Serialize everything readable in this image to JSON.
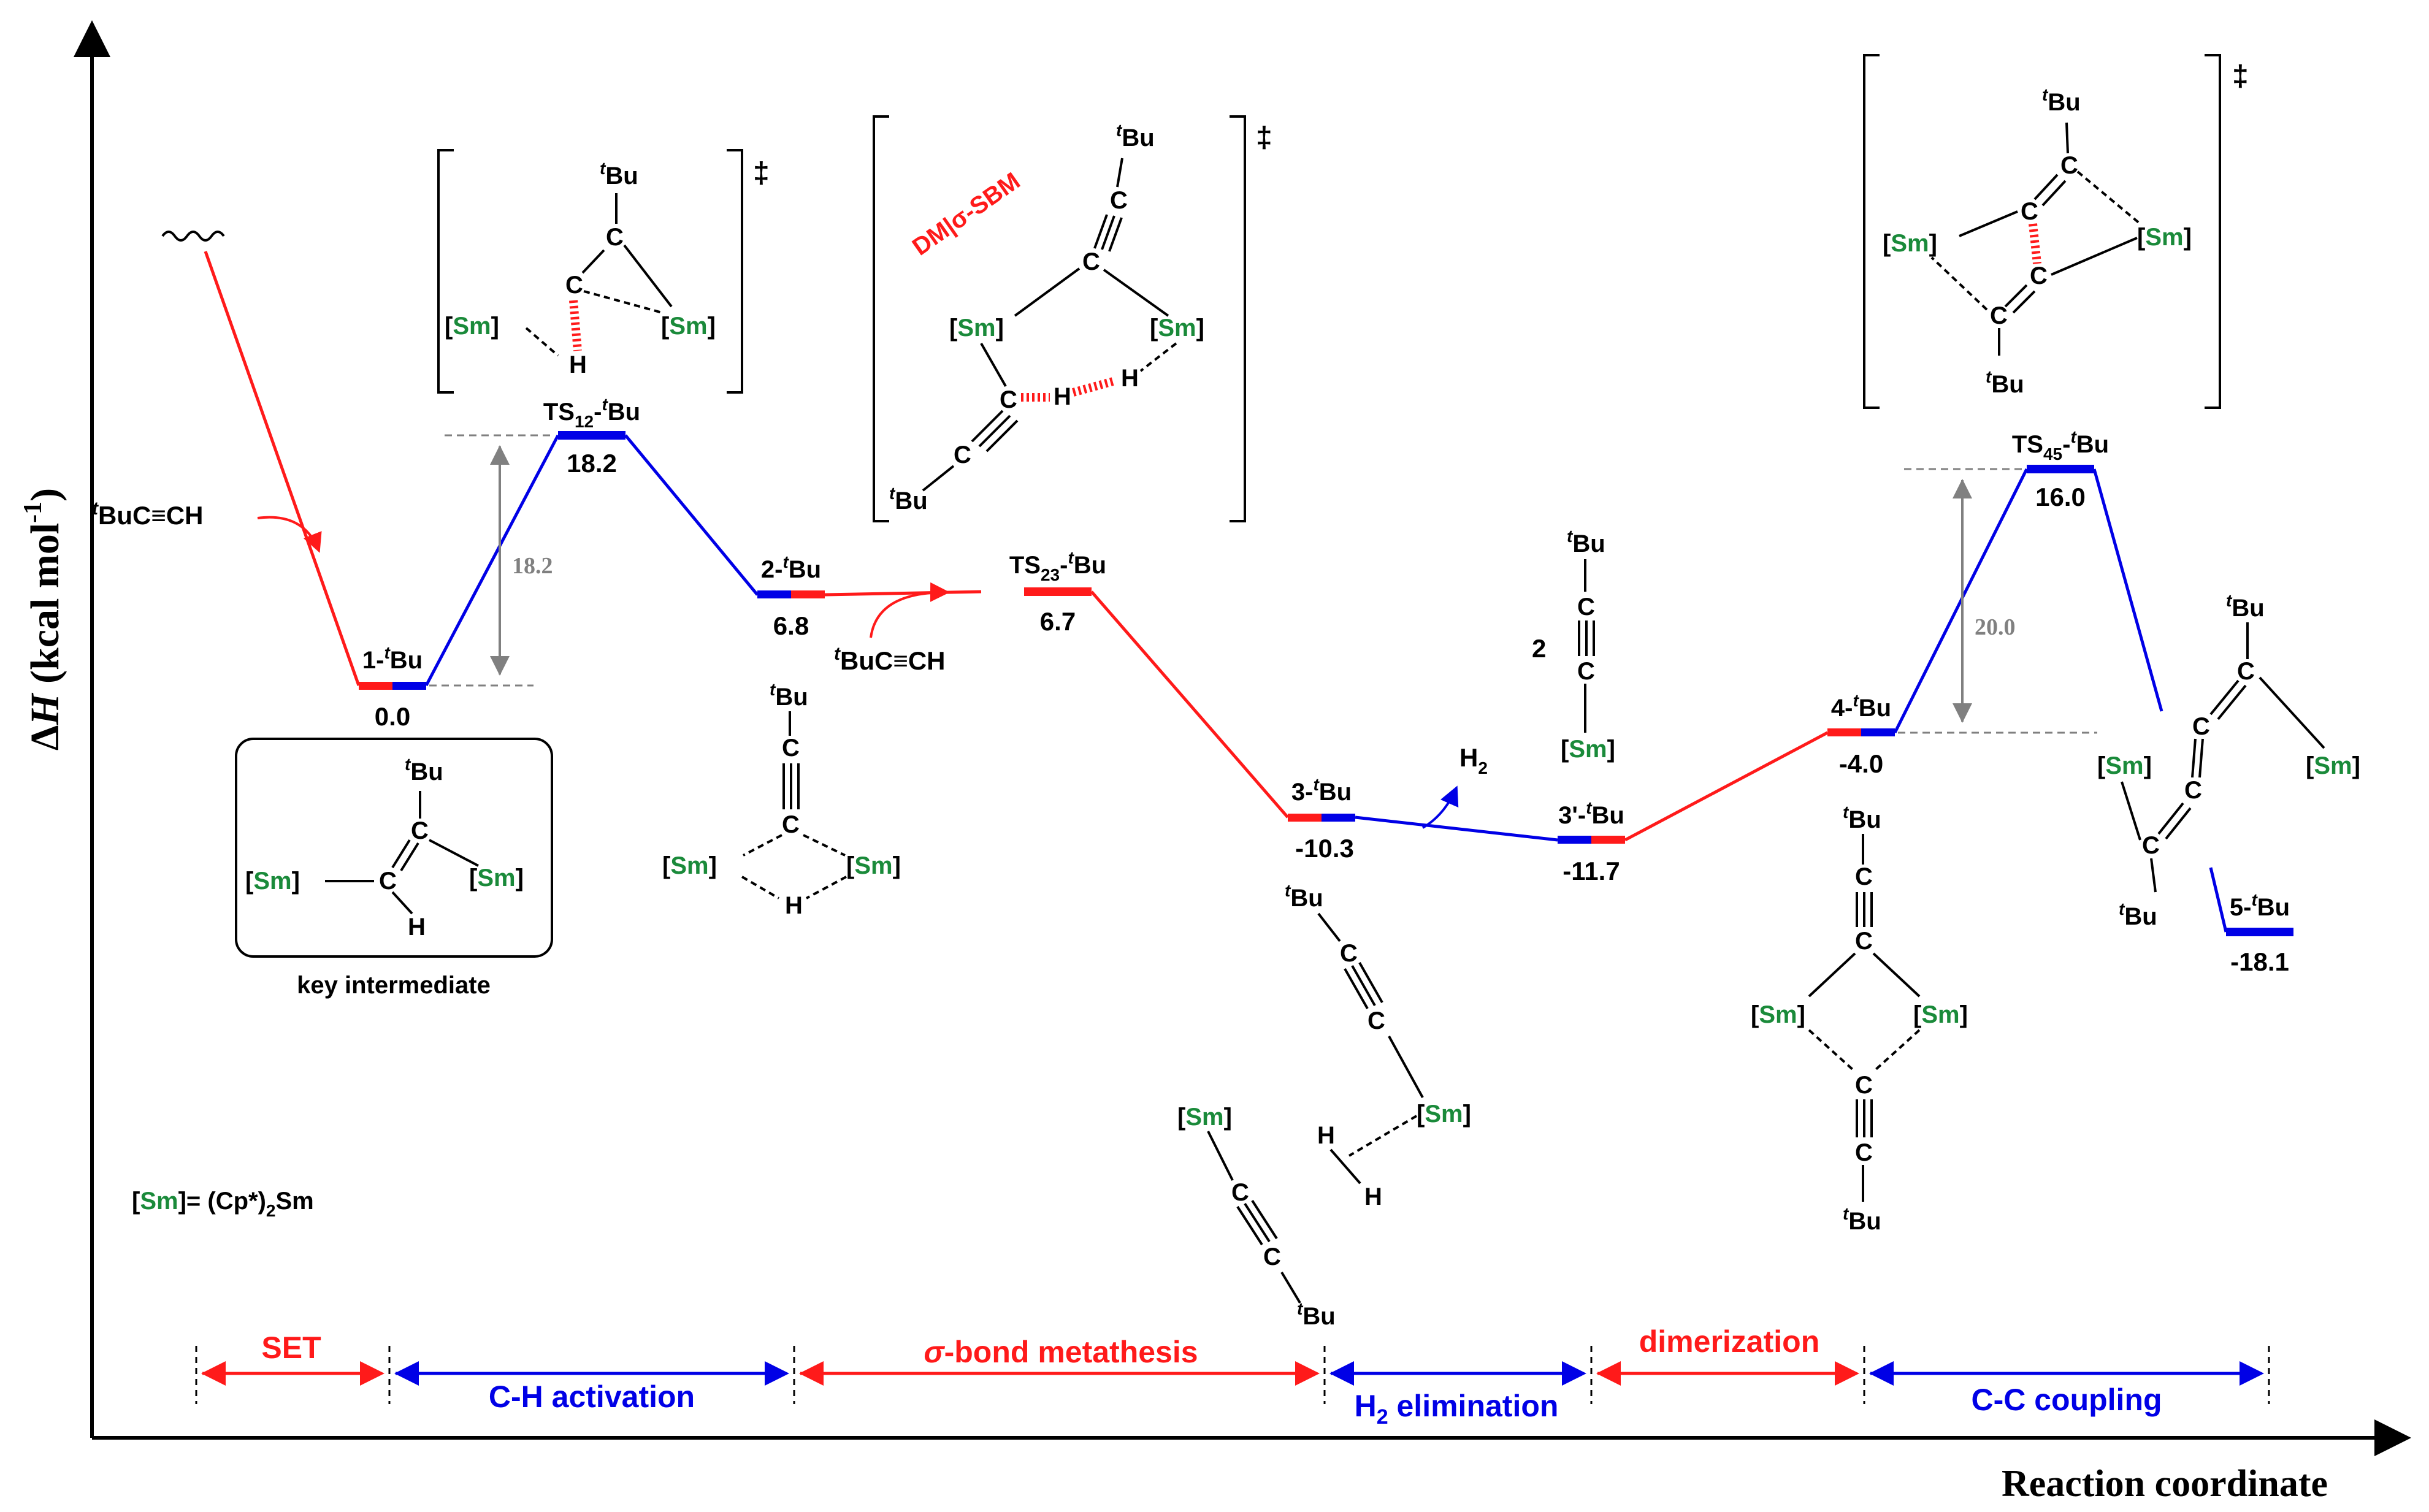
{
  "axes": {
    "y_label_delta": "Δ",
    "y_label_h": "H",
    "y_label_units": " (kcal mol",
    "y_label_sup": "-1",
    "y_label_close": ")",
    "x_label": "Reaction coordinate"
  },
  "species": {
    "s1": {
      "name": "1-",
      "sup": "t",
      "tail": "Bu",
      "value": "0.0"
    },
    "ts12": {
      "name": "TS",
      "sub": "12",
      "mid": "-",
      "sup": "t",
      "tail": "Bu",
      "value": "18.2"
    },
    "s2": {
      "name": "2-",
      "sup": "t",
      "tail": "Bu",
      "value": "6.8"
    },
    "ts23": {
      "name": "TS",
      "sub": "23",
      "mid": "-",
      "sup": "t",
      "tail": "Bu",
      "value": "6.7"
    },
    "s3": {
      "name": "3-",
      "sup": "t",
      "tail": "Bu",
      "value": "-10.3"
    },
    "s3p": {
      "name": "3'-",
      "sup": "t",
      "tail": "Bu",
      "value": "-11.7"
    },
    "s4": {
      "name": "4-",
      "sup": "t",
      "tail": "Bu",
      "value": "-4.0"
    },
    "ts45": {
      "name": "TS",
      "sub": "45",
      "mid": "-",
      "sup": "t",
      "tail": "Bu",
      "value": "16.0"
    },
    "s5": {
      "name": "5-",
      "sup": "t",
      "tail": "Bu",
      "value": "-18.1"
    }
  },
  "barriers": {
    "b1": "18.2",
    "b2": "20.0"
  },
  "stages": [
    {
      "label": "SET",
      "color": "#ff1a1a"
    },
    {
      "label": "C-H activation",
      "color": "#0000e6"
    },
    {
      "label": "-bond metathesis",
      "prefix": "σ",
      "color": "#ff1a1a"
    },
    {
      "label": "H",
      "sub": "2",
      "tail": " elimination",
      "color": "#0000e6"
    },
    {
      "label": "dimerization",
      "color": "#ff1a1a"
    },
    {
      "label": "C-C coupling",
      "color": "#0000e6"
    }
  ],
  "chemistry": {
    "sm": "Sm",
    "open_bracket": "[",
    "close_bracket": "]",
    "tBu_sup": "t",
    "tBu": "Bu",
    "C": "C",
    "H": "H",
    "reagent": "BuC≡CH",
    "h2": "H",
    "h2_sub": "2",
    "two": "2",
    "dagger": "‡",
    "mechanism": "DM|σ-SBM",
    "key_intermediate": "key intermediate",
    "legend_eq": "= (Cp*)",
    "legend_sub": "2",
    "legend_tail": "Sm"
  },
  "colors": {
    "red": "#ff1a1a",
    "blue": "#0000e6",
    "sm_green": "#1a8a3a",
    "gray": "#808080"
  }
}
